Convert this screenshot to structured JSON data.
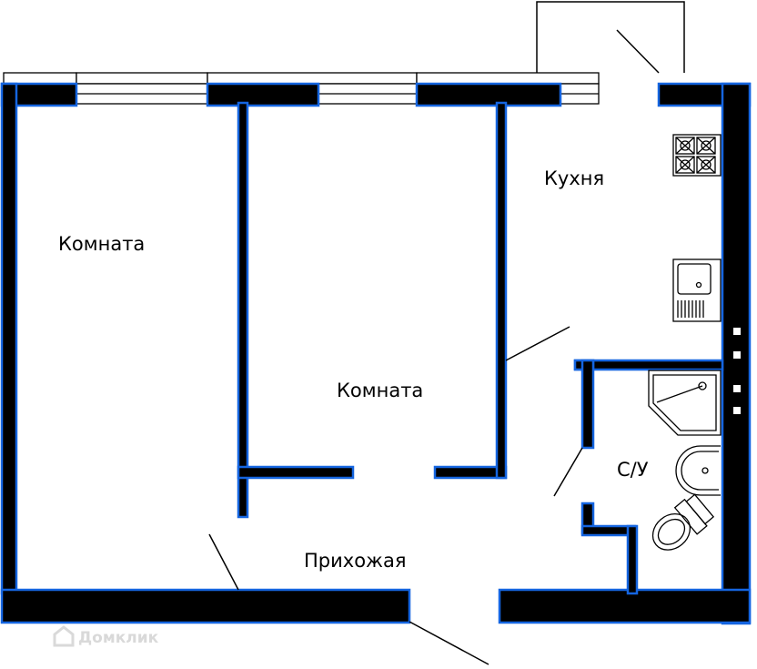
{
  "labels": {
    "room1": "Комната",
    "room2": "Комната",
    "kitchen": "Кухня",
    "bathroom": "С/У",
    "hallway": "Прихожая"
  },
  "watermark": "Домклик",
  "colors": {
    "wall": "#000000",
    "outline": "#1565e0",
    "window": "#ffffff",
    "background": "#ffffff"
  }
}
